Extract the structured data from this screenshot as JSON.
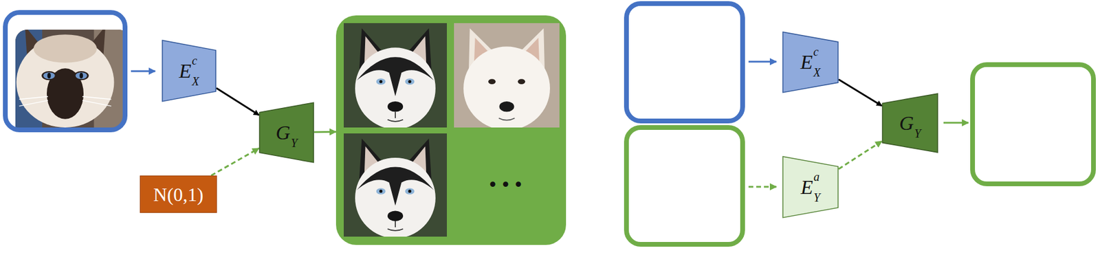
{
  "diagram": {
    "nodes": [
      {
        "text": [
          "E",
          "c",
          "X"
        ]
      },
      {
        "text": [
          "N(0,1)"
        ]
      },
      {
        "text": [
          "G",
          "Y"
        ]
      },
      {
        "text": [
          "•••"
        ]
      },
      {
        "text": [
          "E",
          "c",
          "X"
        ]
      },
      {
        "text": [
          "E",
          "a",
          "Y"
        ]
      },
      {
        "text": [
          "G",
          "Y"
        ]
      }
    ],
    "edges": [
      {
        "from": 0,
        "to": 2,
        "arrow": "to"
      },
      {
        "from": 1,
        "to": 2,
        "arrow": "to"
      },
      {
        "from": 2,
        "to": 3,
        "arrow": "to"
      },
      {
        "from": 4,
        "to": 6,
        "arrow": "to"
      },
      {
        "from": 5,
        "to": 6,
        "arrow": "to"
      }
    ]
  }
}
